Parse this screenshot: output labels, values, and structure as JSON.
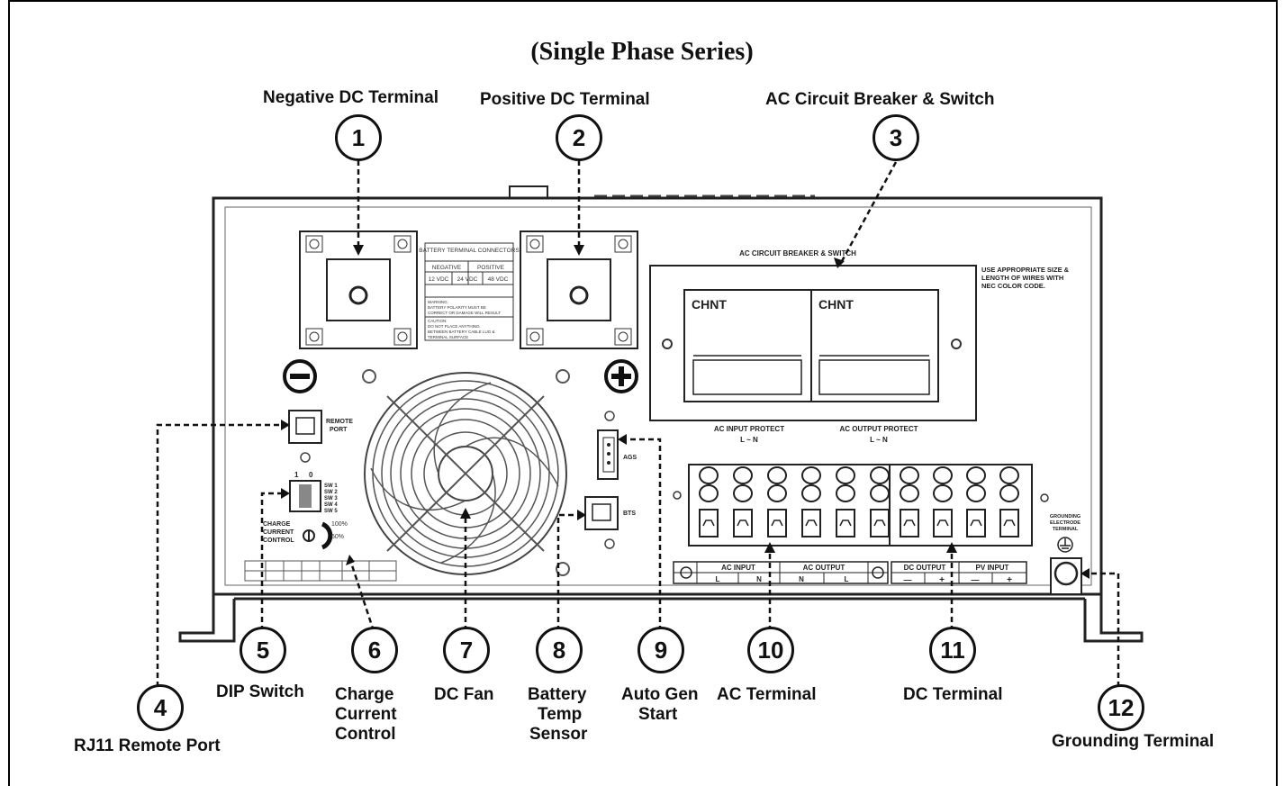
{
  "title": "(Single Phase Series)",
  "callouts": {
    "c1": {
      "num": "1",
      "label": "Negative DC Terminal"
    },
    "c2": {
      "num": "2",
      "label": "Positive DC Terminal"
    },
    "c3": {
      "num": "3",
      "label": "AC Circuit Breaker & Switch"
    },
    "c4": {
      "num": "4",
      "label": "RJ11 Remote Port"
    },
    "c5": {
      "num": "5",
      "label": "DIP Switch"
    },
    "c6": {
      "num": "6",
      "label_lines": [
        "Charge",
        "Current",
        "Control"
      ]
    },
    "c7": {
      "num": "7",
      "label": "DC Fan"
    },
    "c8": {
      "num": "8",
      "label_lines": [
        "Battery",
        "Temp",
        "Sensor"
      ]
    },
    "c9": {
      "num": "9",
      "label_lines": [
        "Auto Gen",
        "Start"
      ]
    },
    "c10": {
      "num": "10",
      "label": "AC Terminal"
    },
    "c11": {
      "num": "11",
      "label": "DC Terminal"
    },
    "c12": {
      "num": "12",
      "label": "Grounding Terminal"
    }
  },
  "panel": {
    "battery_table": {
      "header": "BATTERY TERMINAL CONNECTORS",
      "col_negative": "NEGATIVE",
      "col_positive": "POSITIVE",
      "v12": "12 VDC",
      "v24": "24 VDC",
      "v48": "48 VDC",
      "warning_title": "WARNING:",
      "warning_l1": "BATTERY POLARITY MUST BE",
      "warning_l2": "CORRECT OR DAMAGE WILL RESULT",
      "caution_title": "CAUTION:",
      "caution_l1": "DO NOT PLACE ANYTHING",
      "caution_l2": "BETWEEN BATTERY CABLE LUG &",
      "caution_l3": "TERMINAL SURFACE"
    },
    "breaker_title": "AC CIRCUIT BREAKER & SWITCH",
    "breaker_brand": "CHNT",
    "wire_note_l1": "USE APPROPRIATE SIZE &",
    "wire_note_l2": "LENGTH OF WIRES WITH",
    "wire_note_l3": "NEC COLOR CODE.",
    "ac_input_protect": "AC INPUT PROTECT",
    "ac_output_protect": "AC OUTPUT PROTECT",
    "l_n": "L ~ N",
    "remote_port_l1": "REMOTE",
    "remote_port_l2": "PORT",
    "ags": "AGS",
    "bts": "BTS",
    "sw_header_1": "1",
    "sw_header_0": "0",
    "sw": [
      "SW 1",
      "SW 2",
      "SW 3",
      "SW 4",
      "SW 5"
    ],
    "charge_l1": "CHARGE",
    "charge_l2": "CURRENT",
    "charge_l3": "CONTROL",
    "pct_100": "100%",
    "pct_50": "50%",
    "ac_input": "AC INPUT",
    "ac_output": "AC OUTPUT",
    "L": "L",
    "N": "N",
    "dc_output": "DC OUTPUT",
    "pv_input": "PV INPUT",
    "minus": "—",
    "plus": "+",
    "grounding_l1": "GROUNDING",
    "grounding_l2": "ELECTRODE",
    "grounding_l3": "TERMINAL"
  }
}
